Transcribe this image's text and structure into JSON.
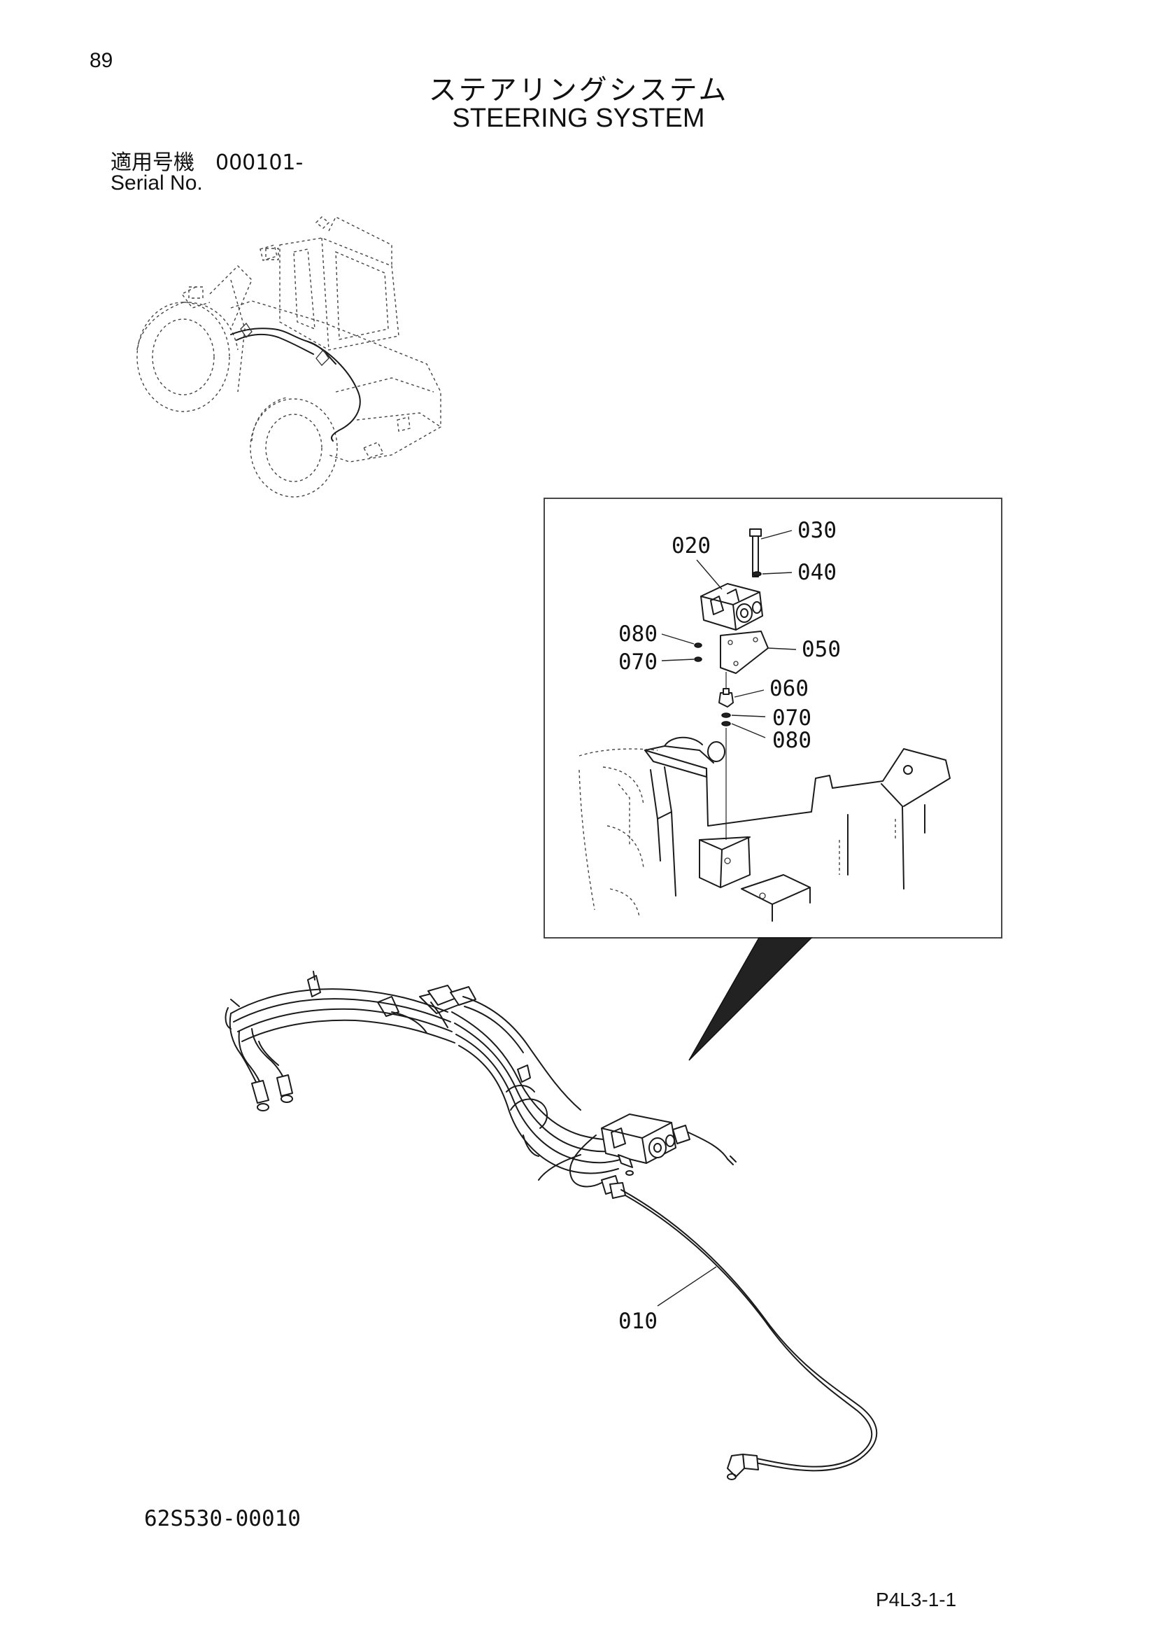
{
  "page": {
    "page_number": "89",
    "title_jp": "ステアリングシステム",
    "title_en": "STEERING SYSTEM",
    "serial_jp": "適用号機　000101-",
    "serial_en": "Serial No.",
    "part_code": "62S530-00010",
    "page_ref": "P4L3-1-1"
  },
  "callouts": {
    "c010": "010",
    "c020": "020",
    "c030": "030",
    "c040": "040",
    "c050": "050",
    "c060": "060",
    "c070a": "070",
    "c070b": "070",
    "c080a": "080",
    "c080b": "080"
  }
}
